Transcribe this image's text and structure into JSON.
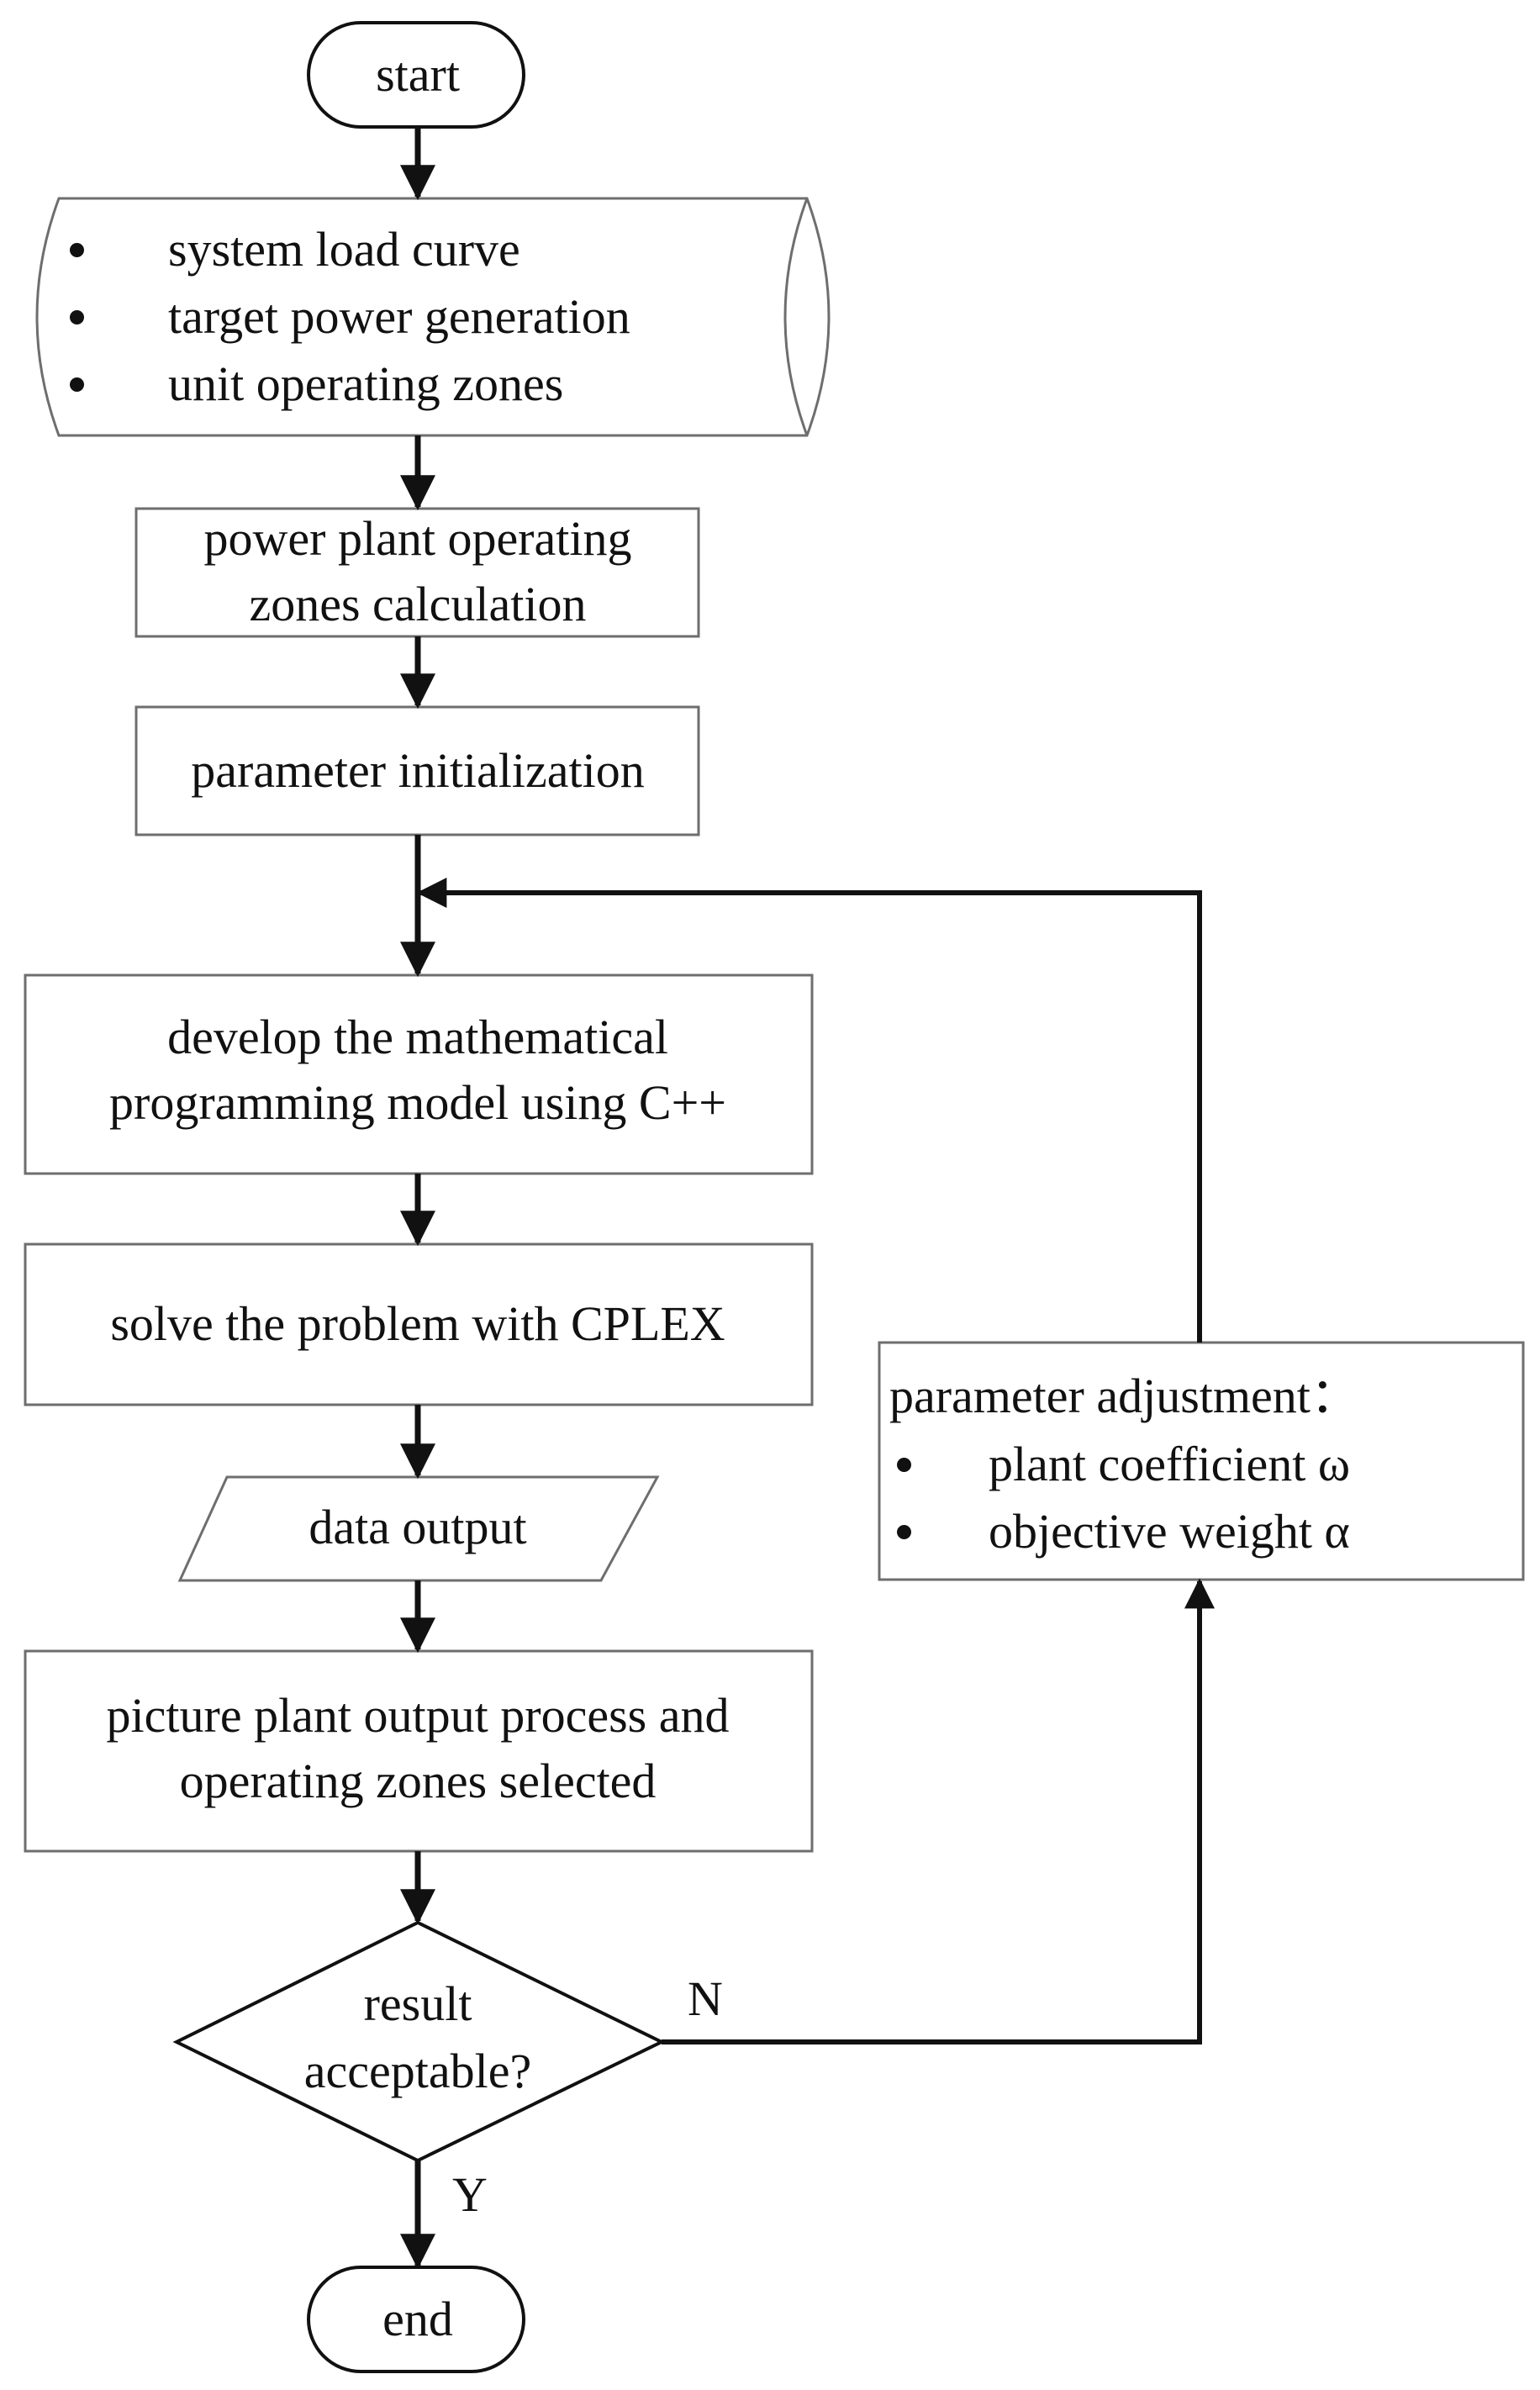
{
  "diagram": {
    "start": "start",
    "inputs": {
      "items": [
        "system load curve",
        "target power generation",
        "unit operating zones"
      ]
    },
    "zones_calc": [
      "power plant operating",
      "zones calculation"
    ],
    "param_init": "parameter initialization",
    "develop_model": [
      "develop the mathematical",
      "programming model using C++"
    ],
    "solve": "solve the problem with CPLEX",
    "data_output": "data output",
    "picture": [
      "picture plant output process and",
      "operating zones selected"
    ],
    "decision": [
      "result",
      "acceptable?"
    ],
    "no_label": "N",
    "yes_label": "Y",
    "end": "end",
    "adjust": {
      "title": "parameter adjustment：",
      "items": [
        "plant coefficient ω",
        "objective weight α"
      ]
    }
  },
  "colors": {
    "stroke": "#111111",
    "box_border": "#6e6e6e",
    "background": "#ffffff"
  }
}
